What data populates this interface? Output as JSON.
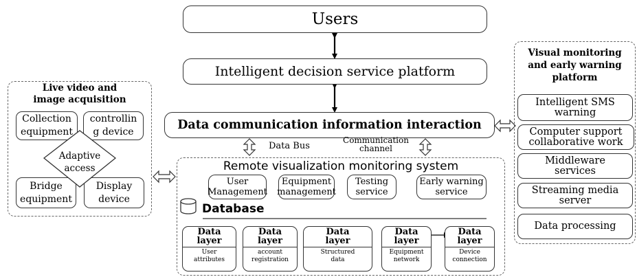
{
  "top": {
    "users": "Users",
    "decision": "Intelligent decision service platform",
    "comm": "Data communication information interaction"
  },
  "labels": {
    "data_bus": "Data Bus",
    "comm_channel_1": "Communication",
    "comm_channel_2": "channel"
  },
  "left_panel": {
    "title_1": "Live video and",
    "title_2": "image acquisition",
    "collection_1": "Collection",
    "collection_2": "equipment",
    "controlling_1": "controllin",
    "controlling_2": "g device",
    "adaptive_1": "Adaptive",
    "adaptive_2": "access",
    "bridge_1": "Bridge",
    "bridge_2": "equipment",
    "display_1": "Display",
    "display_2": "device"
  },
  "remote": {
    "title": "Remote visualization monitoring system",
    "services": [
      {
        "l1": "User",
        "l2": "Management"
      },
      {
        "l1": "Equipment",
        "l2": "management"
      },
      {
        "l1": "Testing",
        "l2": "service"
      },
      {
        "l1": "Early warning",
        "l2": "service"
      }
    ],
    "database": "Database",
    "layers": [
      {
        "title_1": "Data",
        "title_2": "layer",
        "sub_1": "User",
        "sub_2": "attributes"
      },
      {
        "title_1": "Data",
        "title_2": "layer",
        "sub_1": "account",
        "sub_2": "registration"
      },
      {
        "title_1": "Data",
        "title_2": "layer",
        "sub_1": "Structured",
        "sub_2": "data"
      },
      {
        "title_1": "Data",
        "title_2": "layer",
        "sub_1": "Equipment",
        "sub_2": "network"
      },
      {
        "title_1": "Data",
        "title_2": "layer",
        "sub_1": "Device",
        "sub_2": "connection"
      }
    ]
  },
  "right_panel": {
    "title_1": "Visual monitoring",
    "title_2": "and early warning",
    "title_3": "platform",
    "items": [
      {
        "l1": "Intelligent SMS",
        "l2": "warning"
      },
      {
        "l1": "Computer support",
        "l2": "collaborative work"
      },
      {
        "l1": "Middleware",
        "l2": "services"
      },
      {
        "l1": "Streaming media",
        "l2": "server"
      },
      {
        "l1": "Data processing",
        "l2": ""
      }
    ]
  }
}
